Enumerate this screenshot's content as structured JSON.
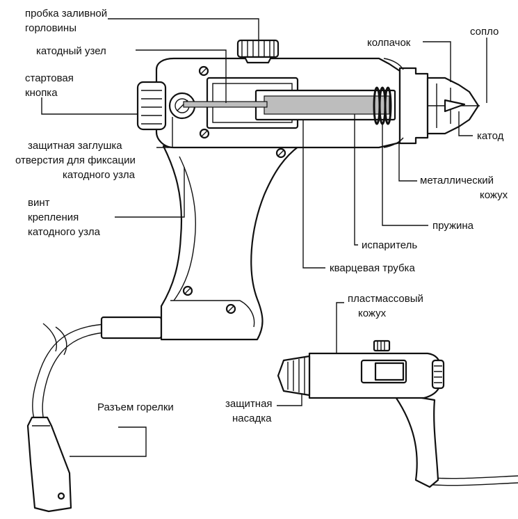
{
  "labels": {
    "filler_cap_line1": "пробка заливной",
    "filler_cap_line2": "горловины",
    "cathode_unit": "катодный узел",
    "start_button_line1": "стартовая",
    "start_button_line2": "кнопка",
    "plug_line1": "защитная заглушка",
    "plug_line2": "отверстия для фиксации",
    "plug_line3": "катодного узла",
    "screw_line1": "винт",
    "screw_line2": "крепления",
    "screw_line3": "катодного узла",
    "cap": "колпачок",
    "nozzle": "сопло",
    "cathode": "катод",
    "metal_casing_line1": "металлический",
    "metal_casing_line2": "кожух",
    "spring": "пружина",
    "evaporator": "испаритель",
    "quartz_tube": "кварцевая трубка",
    "plastic_casing_line1": "пластмассовый",
    "plastic_casing_line2": "кожух",
    "protective_tip_line1": "защитная",
    "protective_tip_line2": "насадка",
    "torch_connector": "Разъем горелки"
  }
}
